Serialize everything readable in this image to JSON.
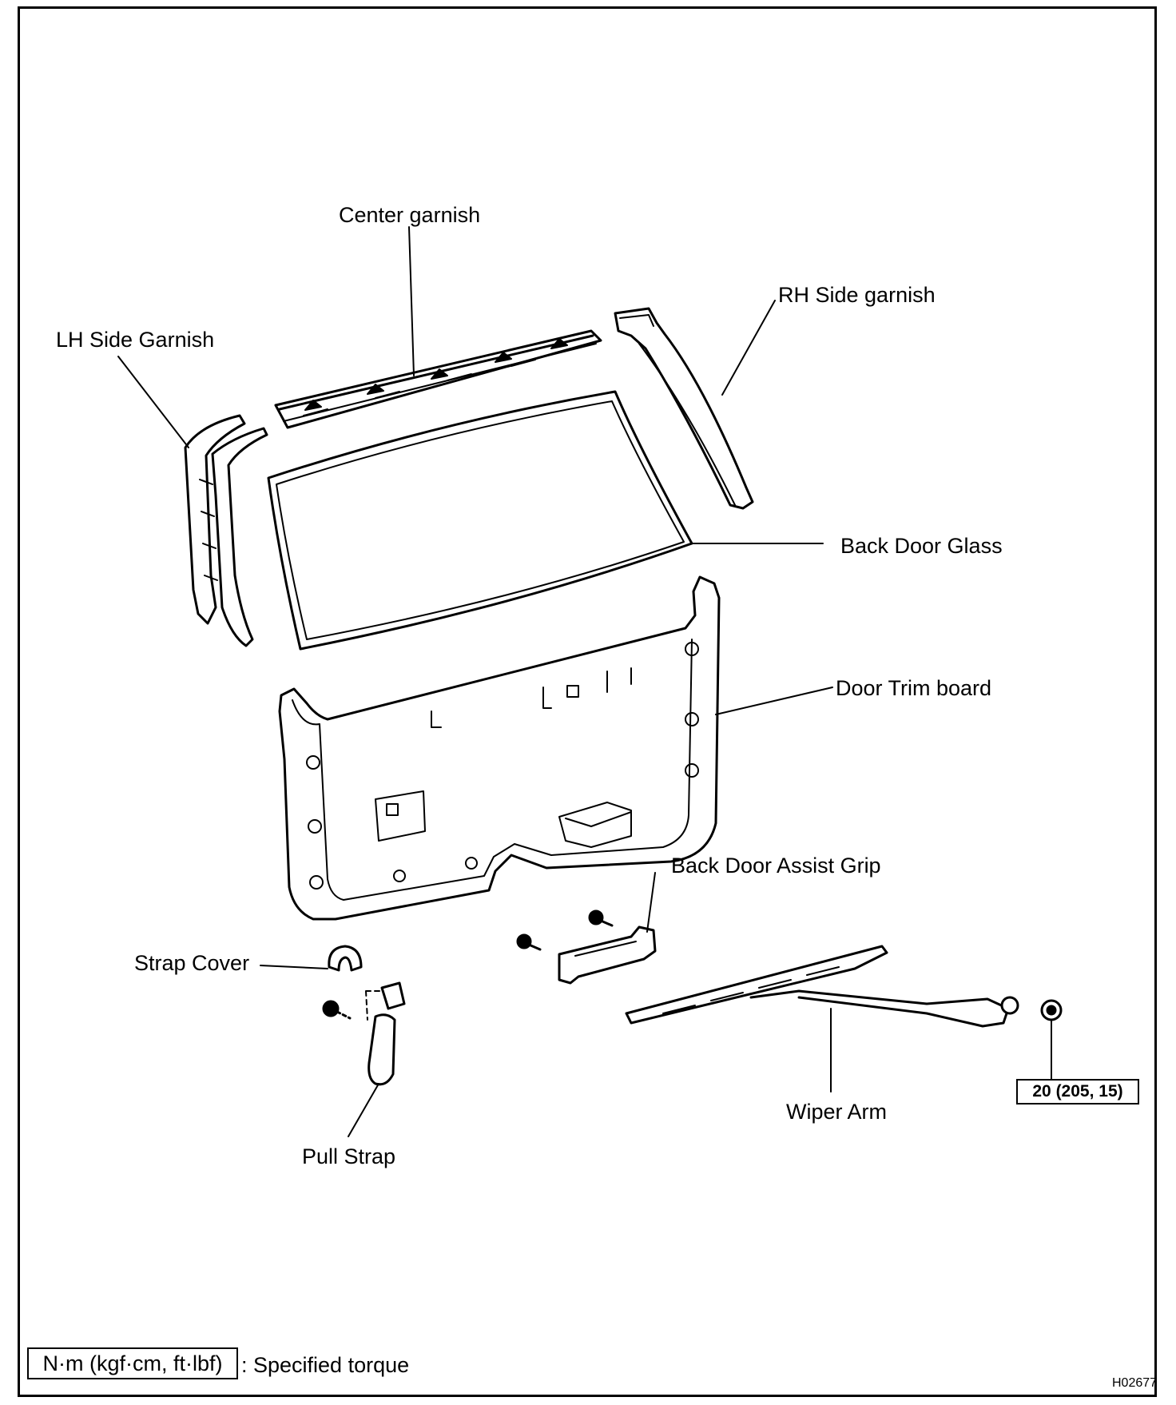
{
  "labels": {
    "center_garnish": "Center garnish",
    "rh_side_garnish": "RH Side garnish",
    "lh_side_garnish": "LH Side Garnish",
    "back_door_glass": "Back Door Glass",
    "door_trim_board": "Door Trim board",
    "back_door_assist_grip": "Back Door Assist Grip",
    "strap_cover": "Strap Cover",
    "pull_strap": "Pull Strap",
    "wiper_arm": "Wiper Arm"
  },
  "torque": {
    "wiper_nut": "20 (205, 15)"
  },
  "legend": {
    "unit_box": "N·m (kgf·cm, ft·lbf)",
    "description": ": Specified torque"
  },
  "figure_code": "H02677"
}
